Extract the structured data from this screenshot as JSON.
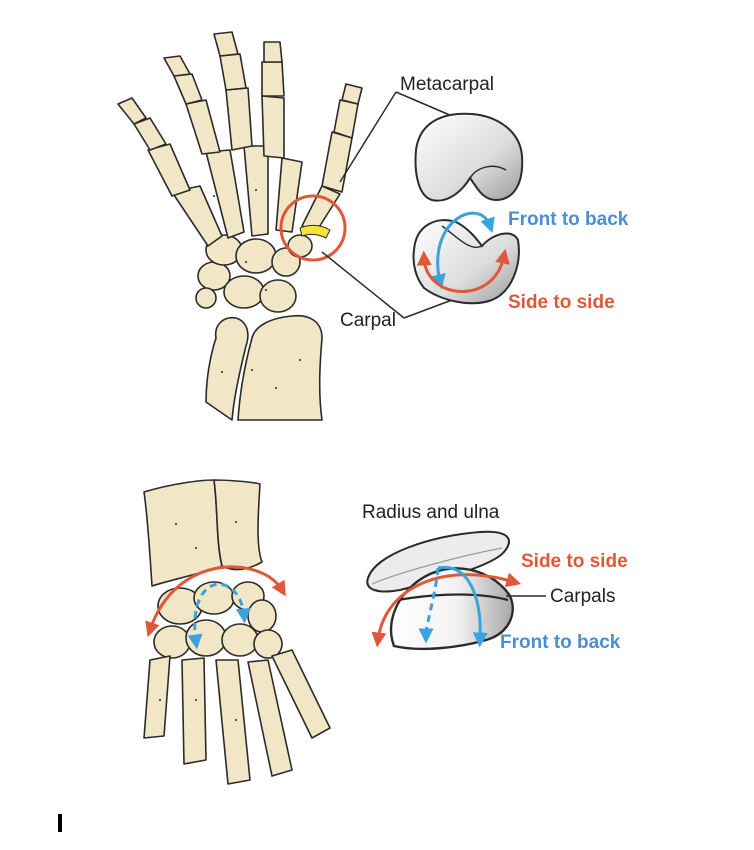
{
  "colors": {
    "bone_fill": "#f1e6c6",
    "outline": "#2b2b2b",
    "blue_arrow": "#3aa3dd",
    "red_arrow": "#e0583a",
    "blue_text": "#4a8fd2",
    "red_text": "#e0583a",
    "highlight": "#f4e435",
    "circle": "#e0583a"
  },
  "top_panel": {
    "label_metacarpal": "Metacarpal",
    "label_carpal": "Carpal",
    "label_front_to_back": "Front to back",
    "label_side_to_side": "Side to side"
  },
  "bottom_panel": {
    "label_radius_ulna": "Radius and ulna",
    "label_side_to_side": "Side to side",
    "label_carpals": "Carpals",
    "label_front_to_back": "Front to back"
  }
}
